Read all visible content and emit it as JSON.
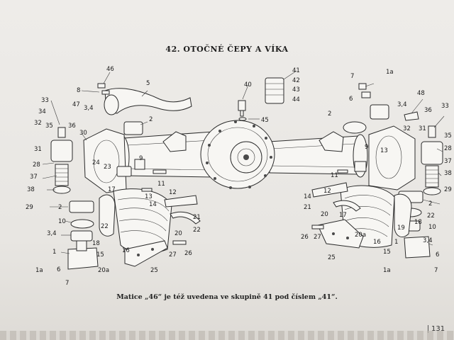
{
  "title": "42. OTOČNÉ ČEPY A VÍKA",
  "caption": "Matice „46“ je též uvedena ve skupině 41 pod číslem „41“.",
  "page_number": "131",
  "callouts_left": [
    "46",
    "8",
    "5",
    "33",
    "34",
    "47",
    "3,4",
    "32",
    "35",
    "36",
    "31",
    "30",
    "2",
    "28",
    "37",
    "38",
    "29",
    "9",
    "23",
    "24",
    "17",
    "11",
    "12",
    "13",
    "14",
    "2",
    "10",
    "22",
    "3,4",
    "21",
    "18",
    "20",
    "22",
    "1",
    "15",
    "16",
    "27",
    "26",
    "6",
    "20a",
    "25",
    "1a",
    "7"
  ],
  "callouts_center": [
    "41",
    "42",
    "40",
    "43",
    "44",
    "45"
  ],
  "callouts_right": [
    "7",
    "1a",
    "6",
    "3,4",
    "48",
    "36",
    "33",
    "2",
    "32",
    "31",
    "35",
    "9",
    "13",
    "28",
    "37",
    "38",
    "29",
    "14",
    "12",
    "21",
    "20",
    "11",
    "2",
    "22",
    "10",
    "18",
    "19",
    "3,4",
    "17",
    "26",
    "27",
    "20a",
    "16",
    "15",
    "1",
    "25",
    "6",
    "1a",
    "7"
  ]
}
